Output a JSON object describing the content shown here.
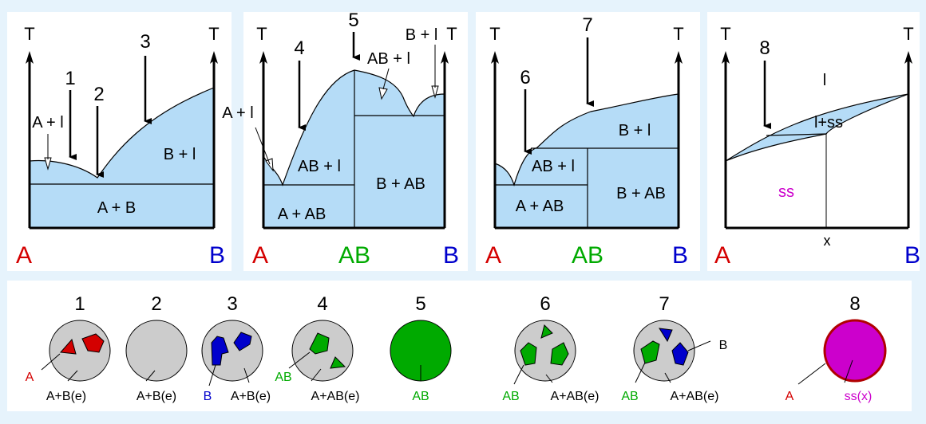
{
  "colors": {
    "background": "#e6f3fc",
    "panel": "#ffffff",
    "region_fill": "#b5dcf7",
    "a_color": "#d40000",
    "b_color": "#0000cc",
    "ab_color": "#00aa00",
    "ss_color": "#cc00cc",
    "grain_gray": "#cccccc"
  },
  "diagrams": {
    "d1": {
      "axis_label": "T",
      "left_component": "A",
      "right_component": "B",
      "regions": [
        "A + l",
        "B + l",
        "A + B"
      ],
      "markers": [
        "1",
        "2",
        "3"
      ]
    },
    "d2": {
      "axis_label": "T",
      "left_component": "A",
      "middle_component": "AB",
      "right_component": "B",
      "regions": [
        "A + l",
        "AB + l",
        "AB + l",
        "B + l",
        "A + AB",
        "B + AB"
      ],
      "markers": [
        "4",
        "5"
      ]
    },
    "d3": {
      "axis_label": "T",
      "left_component": "A",
      "middle_component": "AB",
      "right_component": "B",
      "regions": [
        "AB + l",
        "B + l",
        "A + AB",
        "B + AB"
      ],
      "markers": [
        "6",
        "7"
      ]
    },
    "d4": {
      "axis_label": "T",
      "left_component": "A",
      "right_component": "B",
      "regions": [
        "l",
        "l+ss",
        "ss"
      ],
      "x_label": "x",
      "markers": [
        "8"
      ]
    }
  },
  "microstructures": [
    {
      "number": "1",
      "labels": [
        "A",
        "A+B(e)"
      ]
    },
    {
      "number": "2",
      "labels": [
        "A+B(e)"
      ]
    },
    {
      "number": "3",
      "labels": [
        "B",
        "A+B(e)"
      ]
    },
    {
      "number": "4",
      "labels": [
        "AB",
        "A+AB(e)"
      ]
    },
    {
      "number": "5",
      "labels": [
        "AB"
      ]
    },
    {
      "number": "6",
      "labels": [
        "AB",
        "A+AB(e)"
      ]
    },
    {
      "number": "7",
      "labels": [
        "AB",
        "A+AB(e)",
        "B"
      ]
    },
    {
      "number": "8",
      "labels": [
        "A",
        "ss(x)"
      ]
    }
  ]
}
